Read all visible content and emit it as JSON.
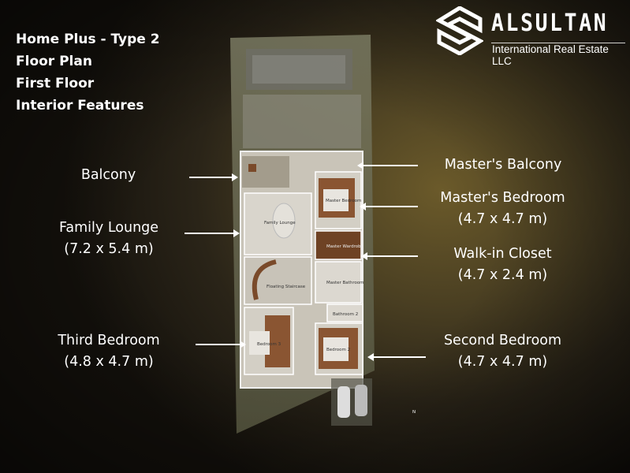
{
  "title": {
    "line1": "Home Plus - Type 2",
    "line2": "Floor Plan",
    "line3": "First Floor",
    "line4": "Interior Features"
  },
  "logo": {
    "name": "ALSULTAN",
    "subtitle": "International Real Estate LLC",
    "icon": "alsultan-s-logo-icon"
  },
  "labels": {
    "balcony": "Balcony",
    "family_lounge": "Family Lounge",
    "family_lounge_size": "(7.2 x 5.4 m)",
    "third_bedroom": "Third Bedroom",
    "third_bedroom_size": "(4.8 x 4.7 m)",
    "masters_balcony": "Master's Balcony",
    "masters_bedroom": "Master's Bedroom",
    "masters_bedroom_size": "(4.7 x 4.7 m)",
    "walk_in_closet": "Walk-in Closet",
    "walk_in_closet_size": "(4.7 x 2.4 m)",
    "second_bedroom": "Second Bedroom",
    "second_bedroom_size": "(4.7 x 4.7 m)"
  },
  "plan_labels": {
    "family_lounge": "Family Lounge",
    "master_bedroom": "Master Bedroom",
    "master_wardrobe": "Master Wardrobe",
    "master_bathroom": "Master Bathroom",
    "floating_staircase": "Floating Staircase",
    "bathroom2": "Bathroom 2",
    "bedroom3": "Bedroom 3",
    "bedroom2": "Bedroom 2",
    "north": "N"
  },
  "colors": {
    "accent": "#ffffff",
    "wood": "#7a4a2a",
    "floor": "#d9d5cc"
  }
}
